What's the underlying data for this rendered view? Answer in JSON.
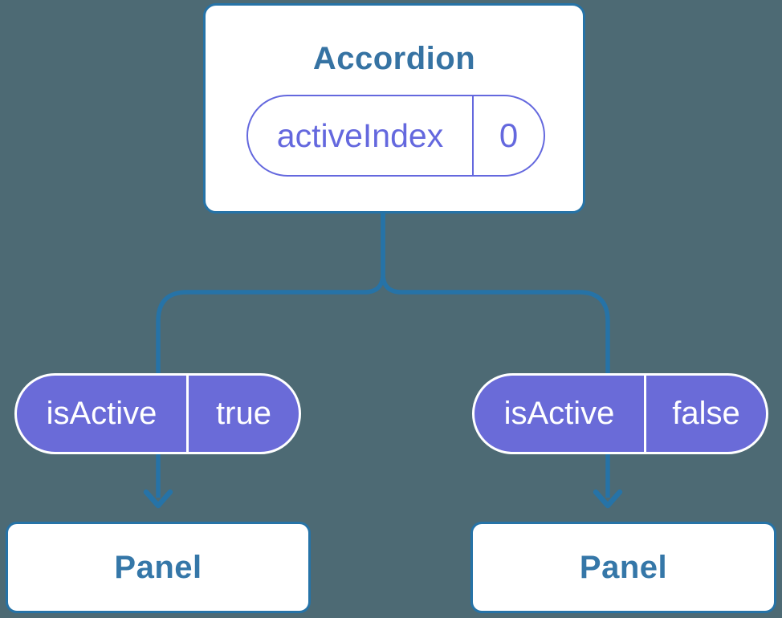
{
  "diagram": {
    "root": {
      "title": "Accordion",
      "state": {
        "label": "activeIndex",
        "value": "0"
      }
    },
    "children": [
      {
        "prop": {
          "label": "isActive",
          "value": "true"
        },
        "node": {
          "title": "Panel"
        }
      },
      {
        "prop": {
          "label": "isActive",
          "value": "false"
        },
        "node": {
          "title": "Panel"
        }
      }
    ]
  },
  "colors": {
    "background": "#4d6a74",
    "connector_blue": "#2673a7",
    "card_background": "#ffffff",
    "card_border_blue": "#2673a7",
    "heading_blue": "#3673a3",
    "accent_purple": "#6468de",
    "pill_fill_purple": "#6a6bd8",
    "pill_text_white": "#ffffff"
  }
}
